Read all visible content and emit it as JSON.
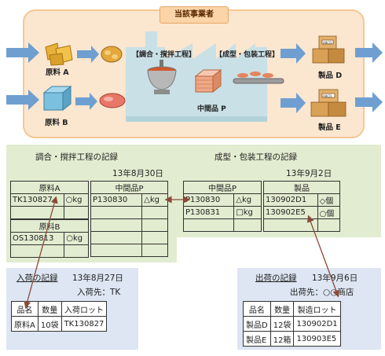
{
  "factory": {
    "operator_label": "当該事業者",
    "stage_mixing": "【調合・撹拌工程】",
    "stage_forming": "【成型・包装工程】",
    "intermediate": "中間品 P",
    "raw_a": "原料 A",
    "raw_b": "原料 B",
    "product_d": "製品 D",
    "product_e": "製品 E",
    "box_label": "ABCD"
  },
  "mixing_record": {
    "title": "調合・撹拌工程の記録",
    "date": "13年8月30日",
    "raw_a_header": "原料A",
    "raw_a_lot": "TK130827",
    "raw_a_qty": "○kg",
    "raw_b_header": "原料B",
    "raw_b_lot": "OS130813",
    "raw_b_qty": "○kg",
    "intermediate_header": "中間品P",
    "intermediate_lot": "P130830",
    "intermediate_qty": "△kg"
  },
  "forming_record": {
    "title": "成型・包装工程の記録",
    "date": "13年9月2日",
    "intermediate_header": "中間品P",
    "product_header": "製品",
    "rows": [
      {
        "lot": "P130830",
        "qty": "△kg",
        "product": "130902D1",
        "pcs": "◇個"
      },
      {
        "lot": "P130831",
        "qty": "□kg",
        "product": "130902E5",
        "pcs": "○個"
      }
    ]
  },
  "receipt_record": {
    "title": "入荷の記録",
    "date": "13年8月27日",
    "supplier": "入荷先：TK",
    "headers": [
      "品名",
      "数量",
      "入荷ロット"
    ],
    "row": [
      "原料A",
      "10袋",
      "TK130827"
    ]
  },
  "shipment_record": {
    "title": "出荷の記録",
    "date": "13年9月6日",
    "destination": "出荷先：○○商店",
    "headers": [
      "品名",
      "数量",
      "製造ロット"
    ],
    "rows": [
      [
        "製品D",
        "12袋",
        "130902D1"
      ],
      [
        "製品E",
        "12箱",
        "130903E5"
      ]
    ]
  }
}
